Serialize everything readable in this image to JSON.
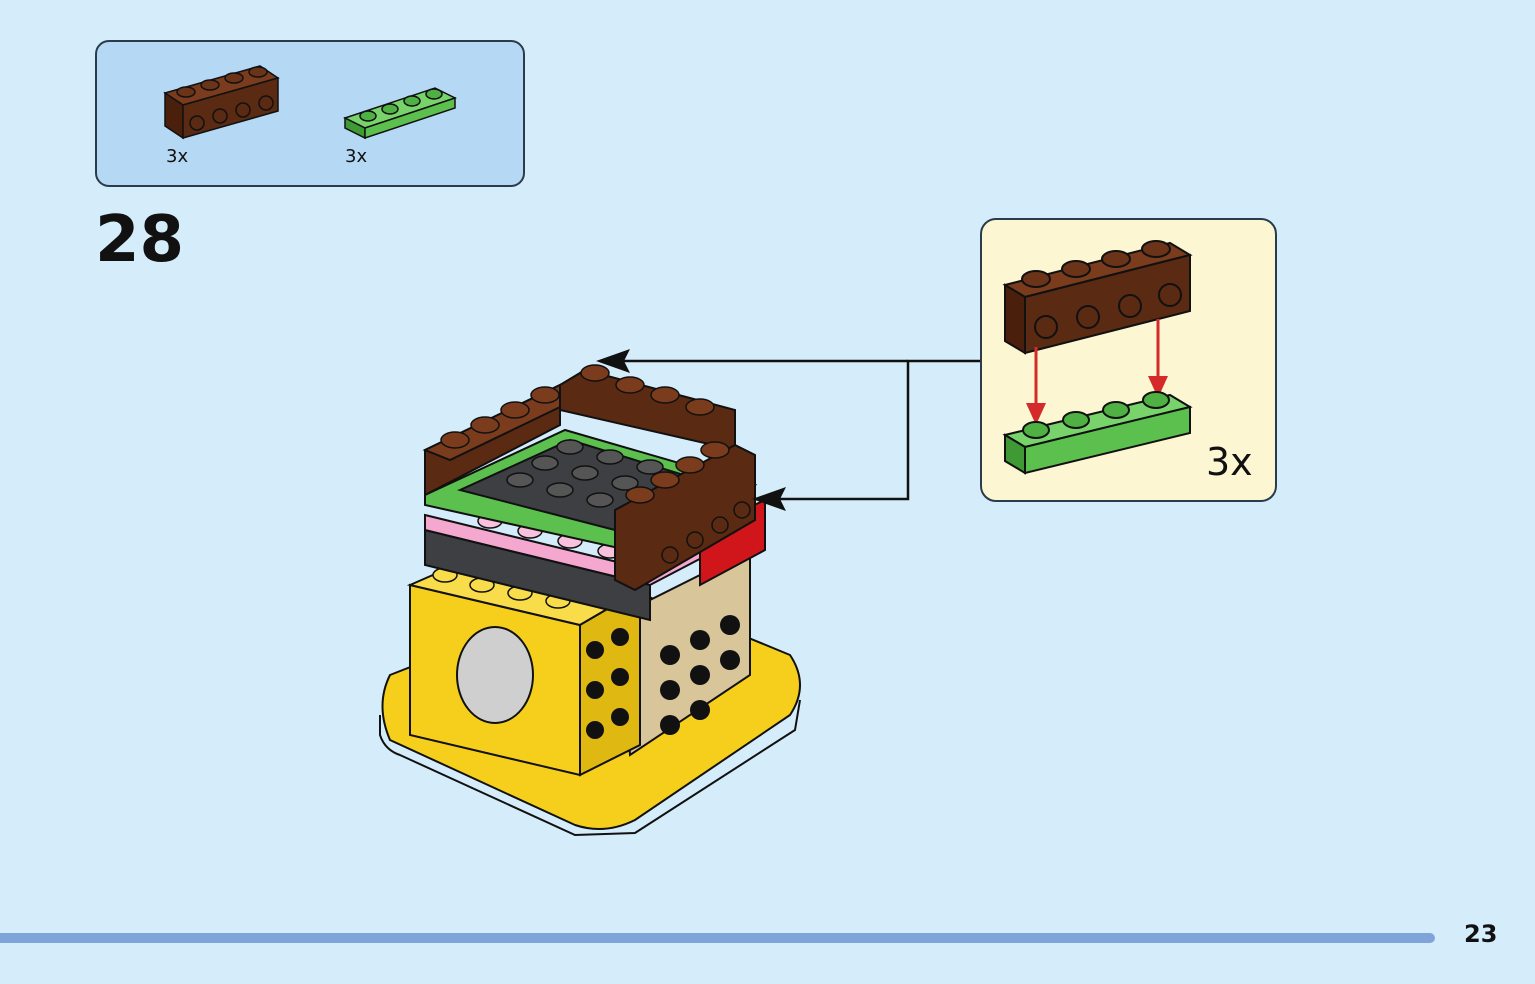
{
  "parts_list": {
    "items": [
      {
        "part": "brown-brick-1x4-with-side-studs",
        "quantity": "3x",
        "color": "#5a2a12"
      },
      {
        "part": "green-plate-1x4",
        "quantity": "3x",
        "color": "#5cc04e"
      }
    ]
  },
  "step": {
    "number": "28"
  },
  "callout": {
    "quantity": "3x"
  },
  "colors": {
    "background": "#d5ecfb",
    "parts_box": "#b5d9f5",
    "callout_box": "#fdf6d2",
    "brown": "#5a2a12",
    "green": "#5cc04e",
    "yellow": "#f6cf1c",
    "pink": "#f4a7cf",
    "dark_grey": "#3d3f42",
    "tan": "#d9c59a",
    "red": "#d0161b",
    "page_bar": "#7fa4d9",
    "arrow_red": "#d42a2a"
  },
  "page": {
    "number": "23"
  }
}
